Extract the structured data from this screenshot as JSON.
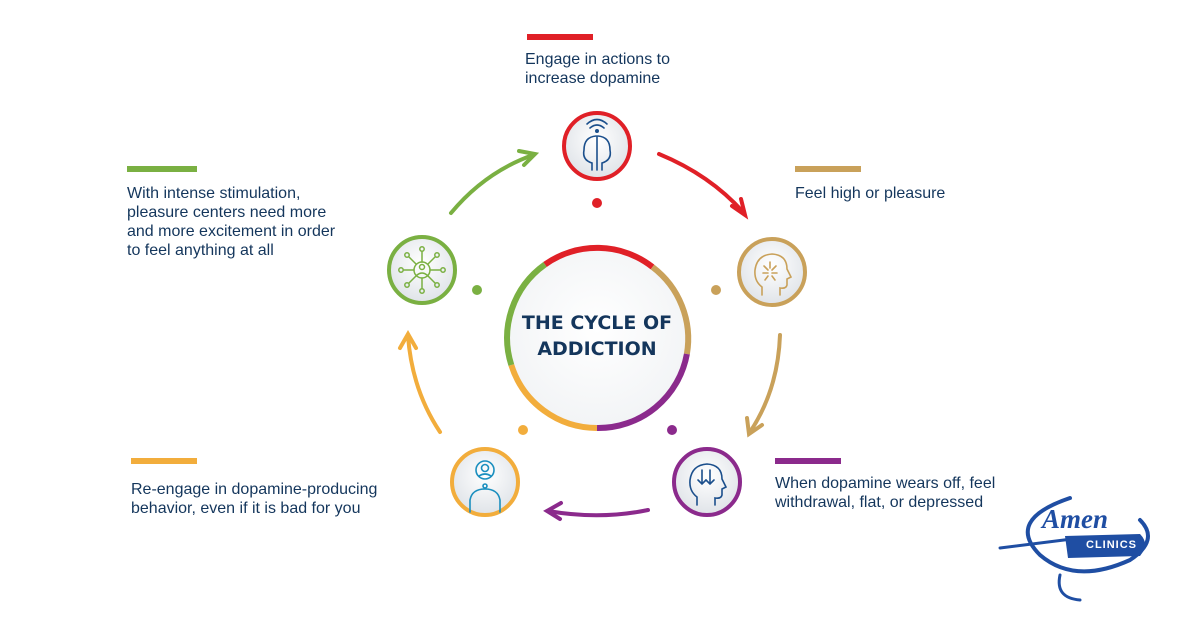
{
  "diagram": {
    "center_title_line1": "THE CYCLE OF",
    "center_title_line2": "ADDICTION",
    "steps": [
      {
        "id": "engage",
        "icon": "two-heads-signal-icon",
        "color": "#e02027",
        "label_lines": [
          "Engage in actions to",
          "increase dopamine"
        ]
      },
      {
        "id": "high",
        "icon": "head-sparkle-icon",
        "color": "#c9a15a",
        "label_lines": [
          "Feel high or pleasure"
        ]
      },
      {
        "id": "withdrawal",
        "icon": "head-down-arrows-icon",
        "color": "#8b2a8c",
        "label_lines": [
          "When dopamine wears off, feel",
          "withdrawal, flat, or depressed"
        ]
      },
      {
        "id": "reengage",
        "icon": "person-head-icon",
        "color": "#f2ad3c",
        "label_lines": [
          "Re-engage in dopamine-producing",
          "behavior, even if it is bad for you"
        ]
      },
      {
        "id": "stimulation",
        "icon": "person-network-icon",
        "color": "#7ab042",
        "label_lines": [
          "With intense stimulation,",
          "pleasure centers need more",
          "and more excitement in order",
          "to feel anything at all"
        ]
      }
    ]
  },
  "logo": {
    "brand_top": "Amen",
    "brand_bottom": "CLINICS"
  },
  "colors": {
    "text": "#14365c",
    "red": "#e02027",
    "tan": "#c9a15a",
    "purple": "#8b2a8c",
    "orange": "#f2ad3c",
    "green": "#7ab042",
    "logo_blue": "#1f4ea3"
  }
}
